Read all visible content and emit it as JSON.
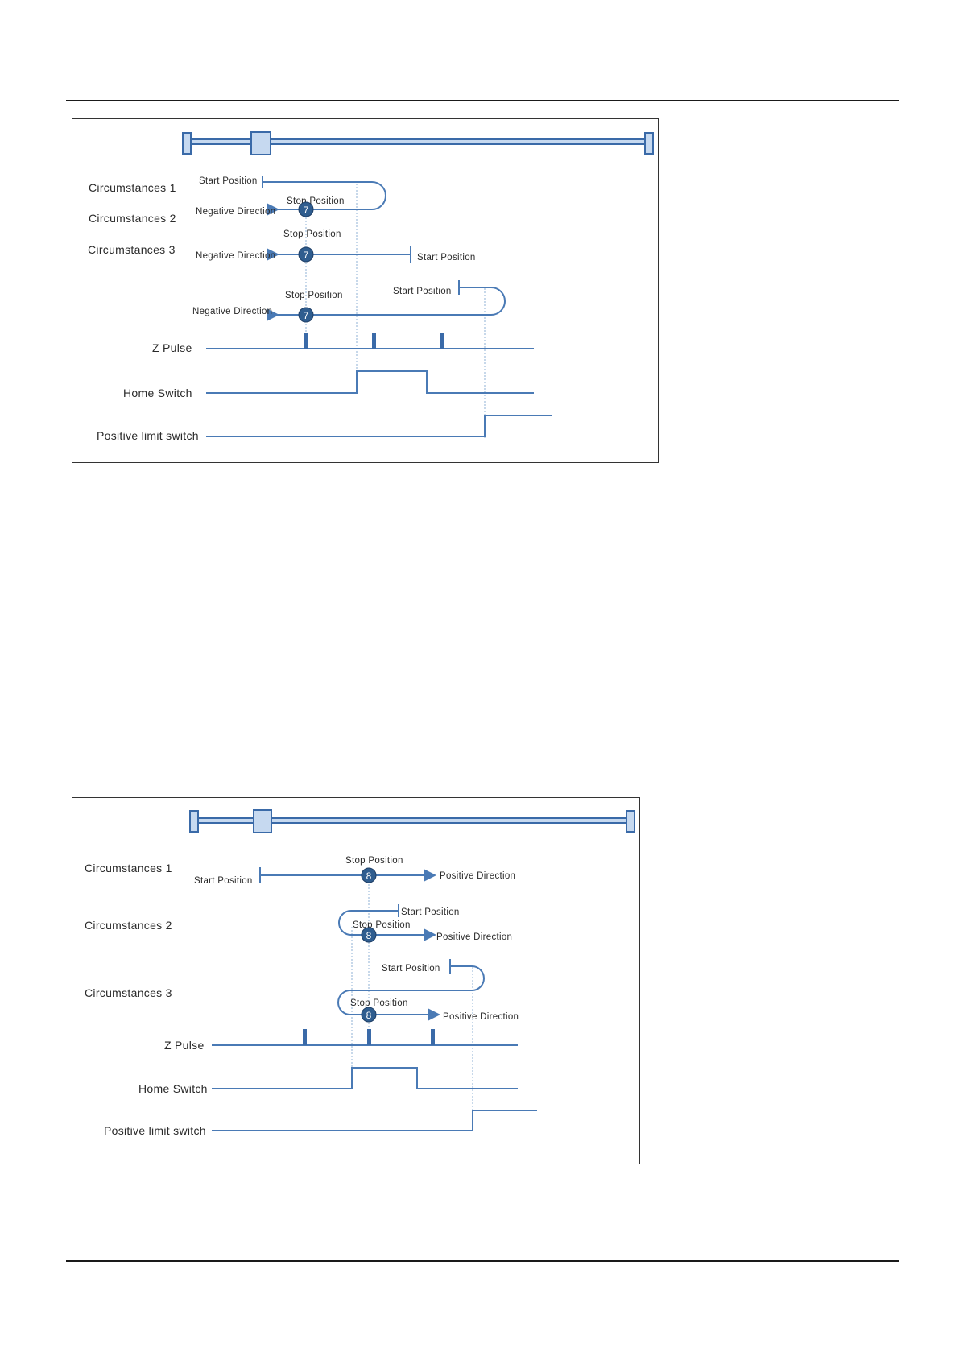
{
  "figure1": {
    "circumstances": [
      "Circumstances 1",
      "Circumstances 2",
      "Circumstances 3"
    ],
    "labels": {
      "start_position": "Start Position",
      "stop_position": "Stop Position",
      "negative_direction": "Negative Direction",
      "negative_direction_spaced": "Negative Direction"
    },
    "method_number": "7",
    "signals": {
      "z_pulse": "Z Pulse",
      "home_switch": "Home Switch",
      "positive_limit_switch": "Positive limit switch"
    }
  },
  "figure2": {
    "circumstances": [
      "Circumstances 1",
      "Circumstances 2",
      "Circumstances 3"
    ],
    "labels": {
      "start_position": "Start Position",
      "stop_position": "Stop Position",
      "positive_direction": "Positive Direction"
    },
    "method_number": "8",
    "signals": {
      "z_pulse": "Z Pulse",
      "home_switch": "Home Switch",
      "positive_limit_switch": "Positive limit switch"
    }
  },
  "colors": {
    "line": "#4a7ab5",
    "marker_fill": "#2f5d8f",
    "rail_fill": "#c6d9f0",
    "rail_stroke": "#3a6aa8",
    "text": "#2a2a2a"
  }
}
